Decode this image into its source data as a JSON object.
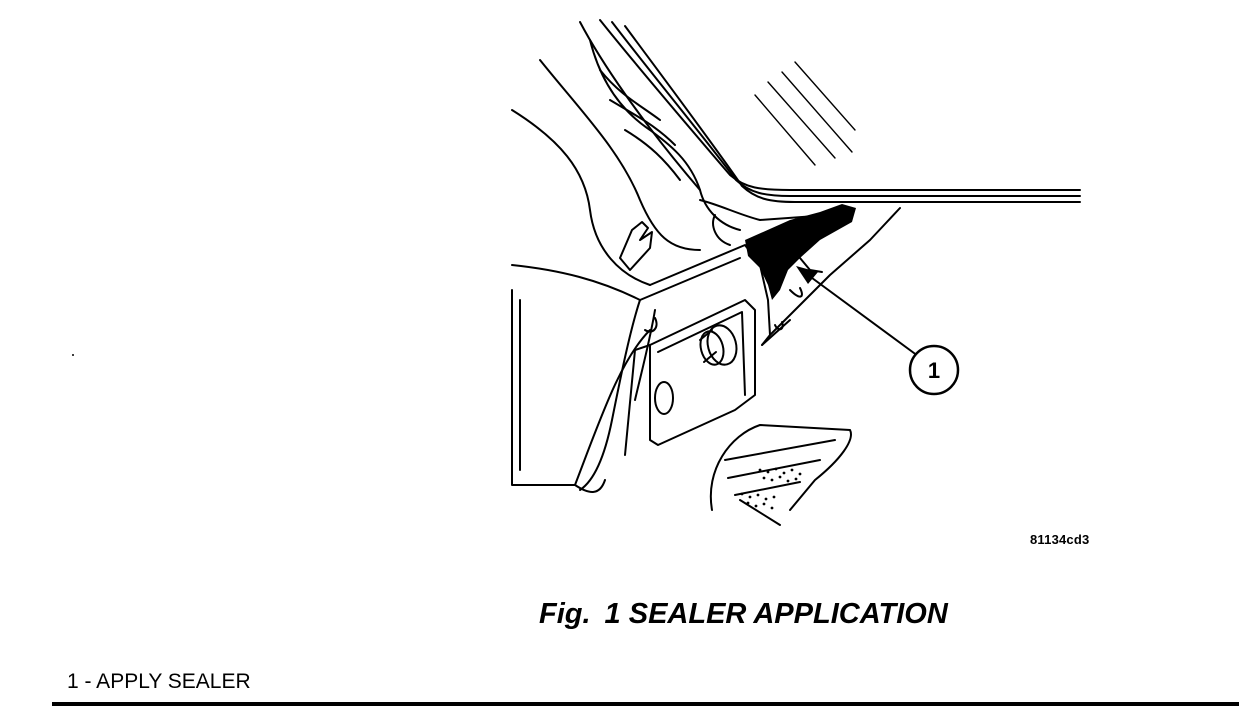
{
  "figure": {
    "code": "81134cd3",
    "callout_number": "1",
    "caption_prefix": "Fig.",
    "caption_number": "1",
    "caption_title": "SEALER APPLICATION"
  },
  "legend": {
    "item_1": "1 - APPLY SEALER"
  },
  "colors": {
    "ink": "#000000",
    "paper": "#ffffff"
  }
}
